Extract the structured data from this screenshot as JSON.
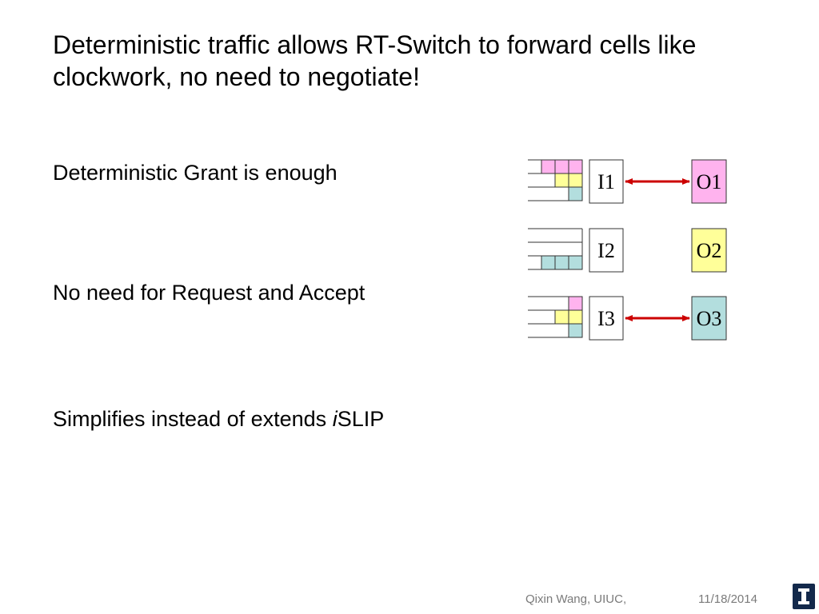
{
  "slide": {
    "title": "Deterministic traffic allows RT-Switch to forward cells like clockwork, no need to negotiate!",
    "bullets": [
      "Deterministic Grant is enough",
      "No need for Request and Accept"
    ],
    "bullet3_prefix": "Simplifies instead of extends ",
    "bullet3_italic": "i",
    "bullet3_suffix": "SLIP"
  },
  "diagram": {
    "inputs": [
      {
        "label": "I1",
        "queue": [
          [
            "empty",
            "pink",
            "pink",
            "pink"
          ],
          [
            "empty",
            "empty",
            "yellow",
            "yellow"
          ],
          [
            "empty",
            "empty",
            "empty",
            "cyan"
          ]
        ]
      },
      {
        "label": "I2",
        "queue": [
          [
            "empty",
            "empty",
            "empty",
            "empty"
          ],
          [
            "empty",
            "empty",
            "empty",
            "empty"
          ],
          [
            "empty",
            "cyan",
            "cyan",
            "cyan"
          ]
        ]
      },
      {
        "label": "I3",
        "queue": [
          [
            "empty",
            "empty",
            "empty",
            "pink"
          ],
          [
            "empty",
            "empty",
            "yellow",
            "yellow"
          ],
          [
            "empty",
            "empty",
            "empty",
            "cyan"
          ]
        ]
      }
    ],
    "outputs": [
      {
        "label": "O1",
        "color": "#ffb3ee"
      },
      {
        "label": "O2",
        "color": "#ffff99"
      },
      {
        "label": "O3",
        "color": "#b3dede"
      }
    ],
    "connections": [
      [
        0,
        0
      ],
      [
        2,
        2
      ]
    ],
    "colors": {
      "pink": "#ffb3ee",
      "yellow": "#ffff99",
      "cyan": "#b3dede",
      "arrow": "#cc0000"
    }
  },
  "footer": {
    "author": "Qixin Wang, UIUC,",
    "date": "11/18/2014",
    "logo_letter": "I"
  }
}
